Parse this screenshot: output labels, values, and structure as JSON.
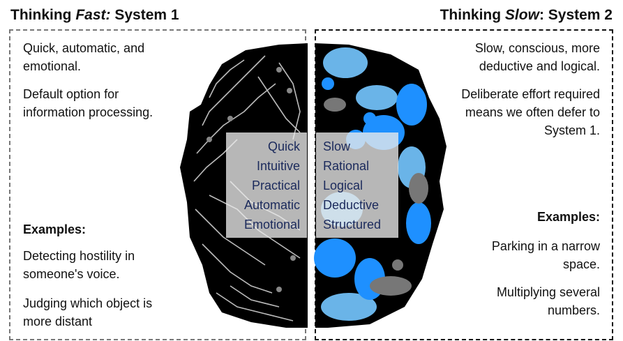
{
  "left": {
    "title_a": "Thinking ",
    "title_b": "Fast:",
    "title_c": " System 1",
    "desc1": "Quick, automatic, and emotional.",
    "desc2": "Default option for information processing.",
    "examples_label": "Examples:",
    "ex1": "Detecting hostility in someone's voice.",
    "ex2": "Judging which object is more distant",
    "traits": [
      "Quick",
      "Intuitive",
      "Practical",
      "Automatic",
      "Emotional"
    ]
  },
  "right": {
    "title_a": "Thinking ",
    "title_b": "Slow",
    "title_c": ": System 2",
    "desc1": "Slow, conscious, more deductive and logical.",
    "desc2": "Deliberate effort required means we often defer to System 1.",
    "examples_label": "Examples:",
    "ex1": "Parking in a narrow space.",
    "ex2": "Multiplying several numbers.",
    "traits": [
      "Slow",
      "Rational",
      "Logical",
      "Deductive",
      "Structured"
    ]
  },
  "colors": {
    "blue": "#1e90ff",
    "lightblue": "#6ab4e8",
    "gray": "#777777",
    "navy": "#1b2a5c"
  }
}
